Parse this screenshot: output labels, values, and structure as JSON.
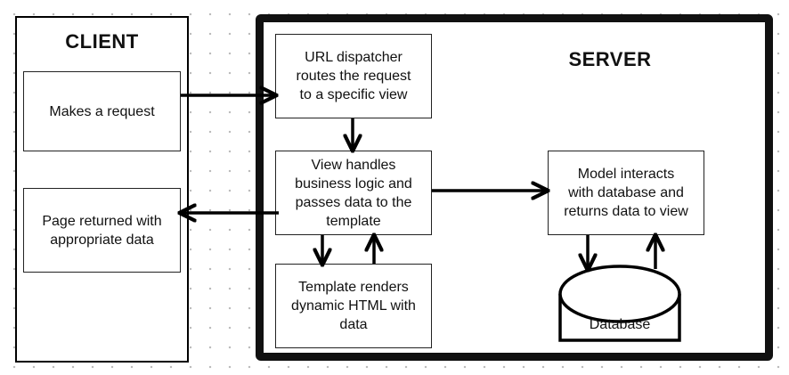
{
  "client": {
    "title": "CLIENT",
    "request_text": "Makes a request",
    "response_text": "Page returned with\nappropriate data"
  },
  "server": {
    "title": "SERVER",
    "url_dispatcher_text": "URL dispatcher\nroutes the request\nto a  specific view",
    "view_text": "View handles\nbusiness logic and\npasses data to the\ntemplate",
    "template_text": "Template renders\ndynamic HTML with\ndata",
    "model_text": "Model interacts\nwith database and\nreturns data to view",
    "database_label": "Database"
  },
  "colors": {
    "line": "#000000",
    "server_border": "#111111",
    "background_dots": "#b9b9b9"
  }
}
